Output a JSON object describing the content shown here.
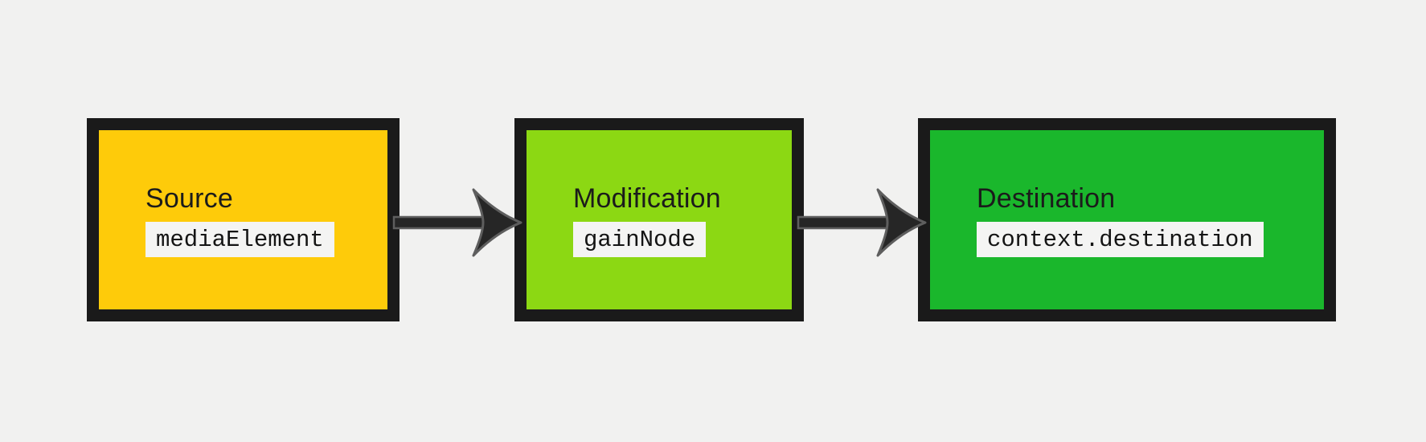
{
  "page": {
    "background": "#f1f1f0"
  },
  "diagram": {
    "type": "flow",
    "node_border_color": "#1a1a1a",
    "code_chip_background": "#f4f4f3",
    "text_color": "#1b1b1b",
    "arrow_fill": "#262626",
    "arrow_outline": "#5e5e5e",
    "nodes": [
      {
        "id": "source",
        "label": "Source",
        "code": "mediaElement",
        "fill": "#fecb0a"
      },
      {
        "id": "modification",
        "label": "Modification",
        "code": "gainNode",
        "fill": "#8cd813"
      },
      {
        "id": "destination",
        "label": "Destination",
        "code": "context.destination",
        "fill": "#1ab72c"
      }
    ],
    "connections": [
      {
        "from": "source",
        "to": "modification"
      },
      {
        "from": "modification",
        "to": "destination"
      }
    ]
  }
}
